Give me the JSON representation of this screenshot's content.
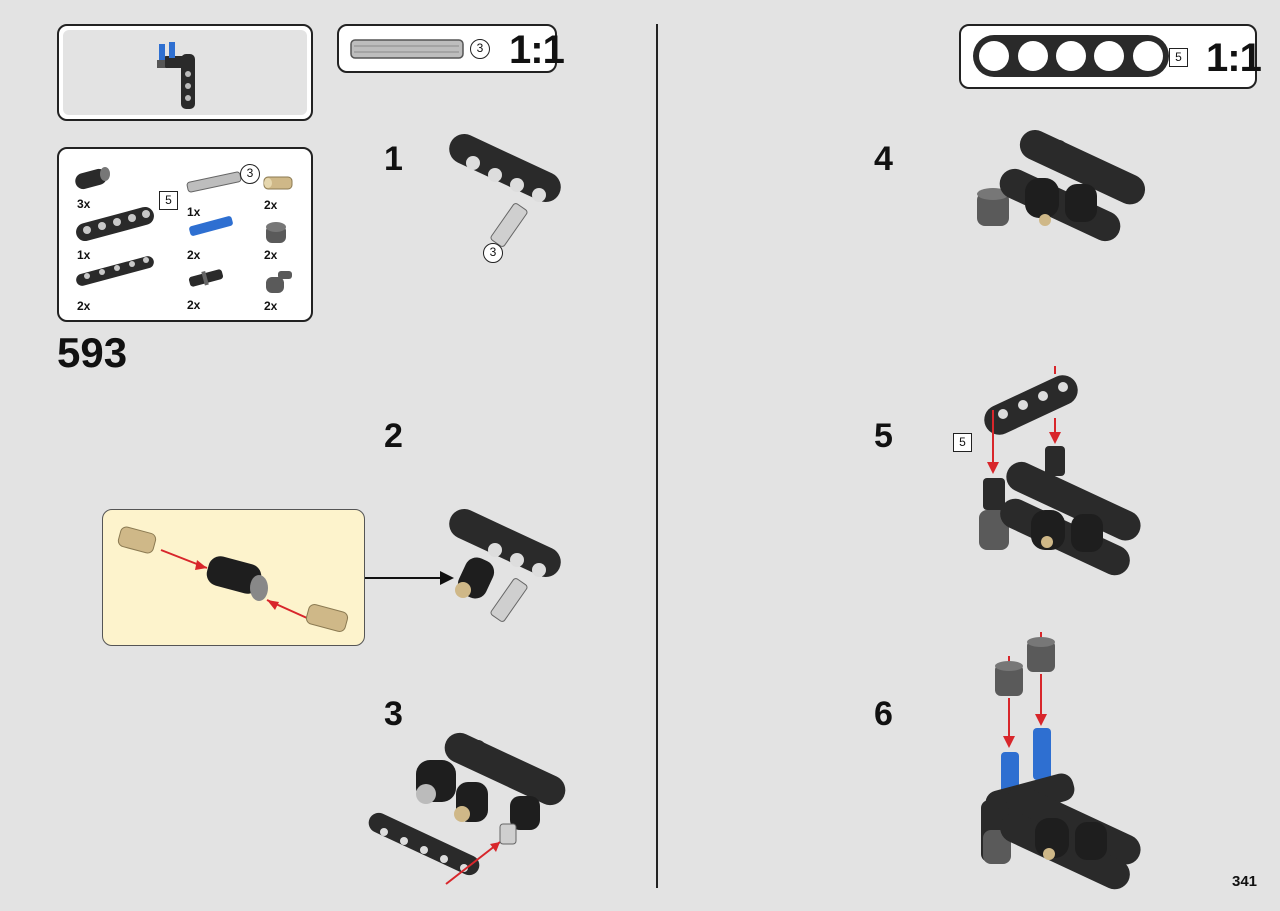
{
  "page": {
    "step_number": "593",
    "page_number": "341"
  },
  "scale_box_left": {
    "length": "3",
    "scale": "1:1"
  },
  "scale_box_right": {
    "length": "5",
    "scale": "1:1"
  },
  "parts_list": [
    {
      "name": "black-pin-connector",
      "qty": "3x"
    },
    {
      "name": "black-beam",
      "qty": "1x",
      "length": "5"
    },
    {
      "name": "thin-black-beam",
      "qty": "2x"
    },
    {
      "name": "grey-axle",
      "qty": "1x",
      "length": "3"
    },
    {
      "name": "blue-axle-pin",
      "qty": "2x"
    },
    {
      "name": "black-friction-pin",
      "qty": "2x"
    },
    {
      "name": "tan-pin",
      "qty": "2x"
    },
    {
      "name": "dark-grey-bush",
      "qty": "2x"
    },
    {
      "name": "dark-grey-connector",
      "qty": "2x"
    }
  ],
  "steps": [
    {
      "label": "1",
      "callout": "3"
    },
    {
      "label": "2"
    },
    {
      "label": "3"
    },
    {
      "label": "4"
    },
    {
      "label": "5",
      "callout": "5"
    },
    {
      "label": "6"
    }
  ],
  "colors": {
    "background": "#e3e3e3",
    "callout_bg": "#fdf3cc",
    "arrow_red": "#d8262b",
    "blue_part": "#2e6fd1",
    "tan_part": "#cfb888"
  }
}
